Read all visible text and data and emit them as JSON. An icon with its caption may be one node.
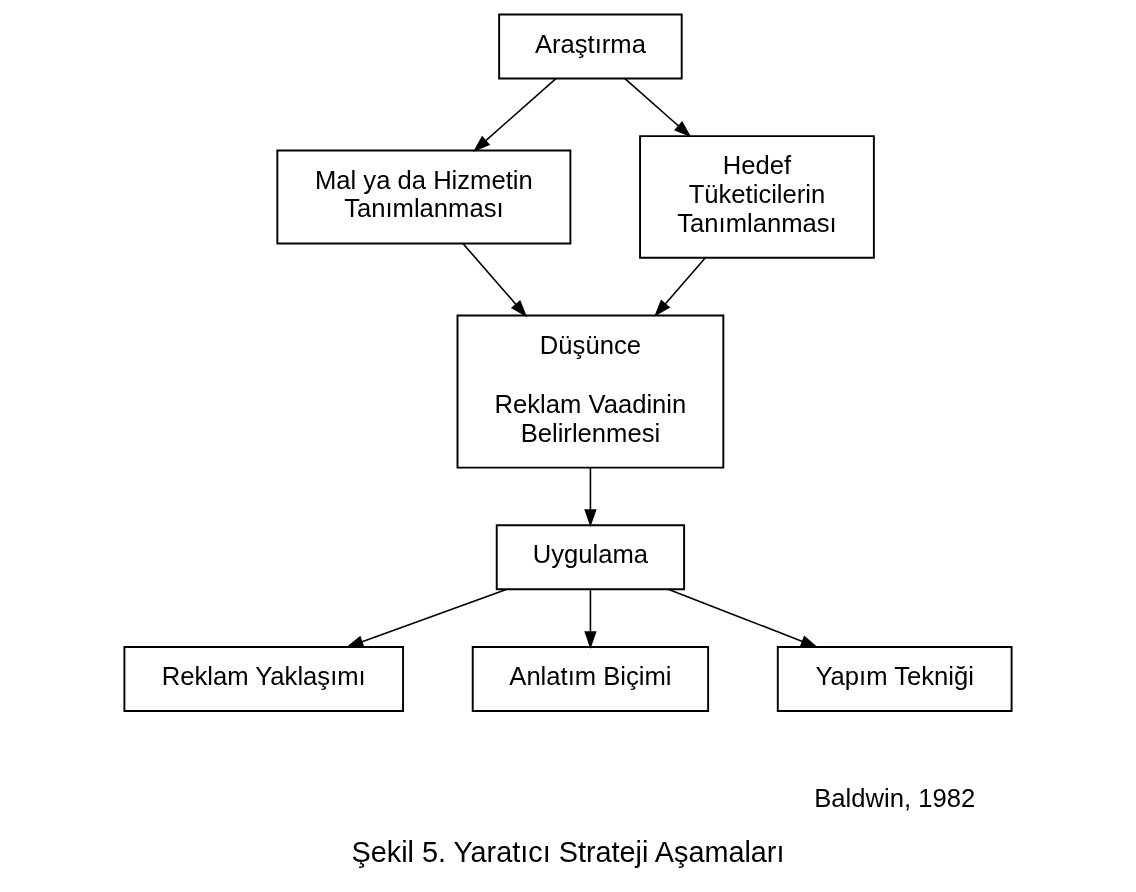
{
  "diagram": {
    "caption": "Şekil 5. Yaratıcı Strateji Aşamaları",
    "nodes": [
      {
        "text": [
          "Araştırma"
        ]
      },
      {
        "text": [
          "Mal ya da Hizmetin Tanımlanması"
        ]
      },
      {
        "text": [
          "Hedef Tüketicilerin Tanımlanması"
        ]
      },
      {
        "text": [
          "Düşünce",
          "Reklam Vaadinin Belirlenmesi"
        ]
      },
      {
        "text": [
          "Uygulama"
        ]
      },
      {
        "text": [
          "Reklam Yaklaşımı"
        ]
      },
      {
        "text": [
          "Anlatım Biçimi"
        ]
      },
      {
        "text": [
          "Yapım Tekniği"
        ]
      }
    ],
    "edges": [
      {
        "from": 0,
        "to": 1,
        "arrow": "to"
      },
      {
        "from": 0,
        "to": 2,
        "arrow": "to"
      },
      {
        "from": 1,
        "to": 3,
        "arrow": "to"
      },
      {
        "from": 2,
        "to": 3,
        "arrow": "to"
      },
      {
        "from": 3,
        "to": 4,
        "arrow": "to"
      },
      {
        "from": 4,
        "to": 5,
        "arrow": "to"
      },
      {
        "from": 4,
        "to": 6,
        "arrow": "to"
      },
      {
        "from": 4,
        "to": 7,
        "arrow": "to"
      }
    ],
    "labels": [
      "Baldwin, 1982"
    ]
  }
}
